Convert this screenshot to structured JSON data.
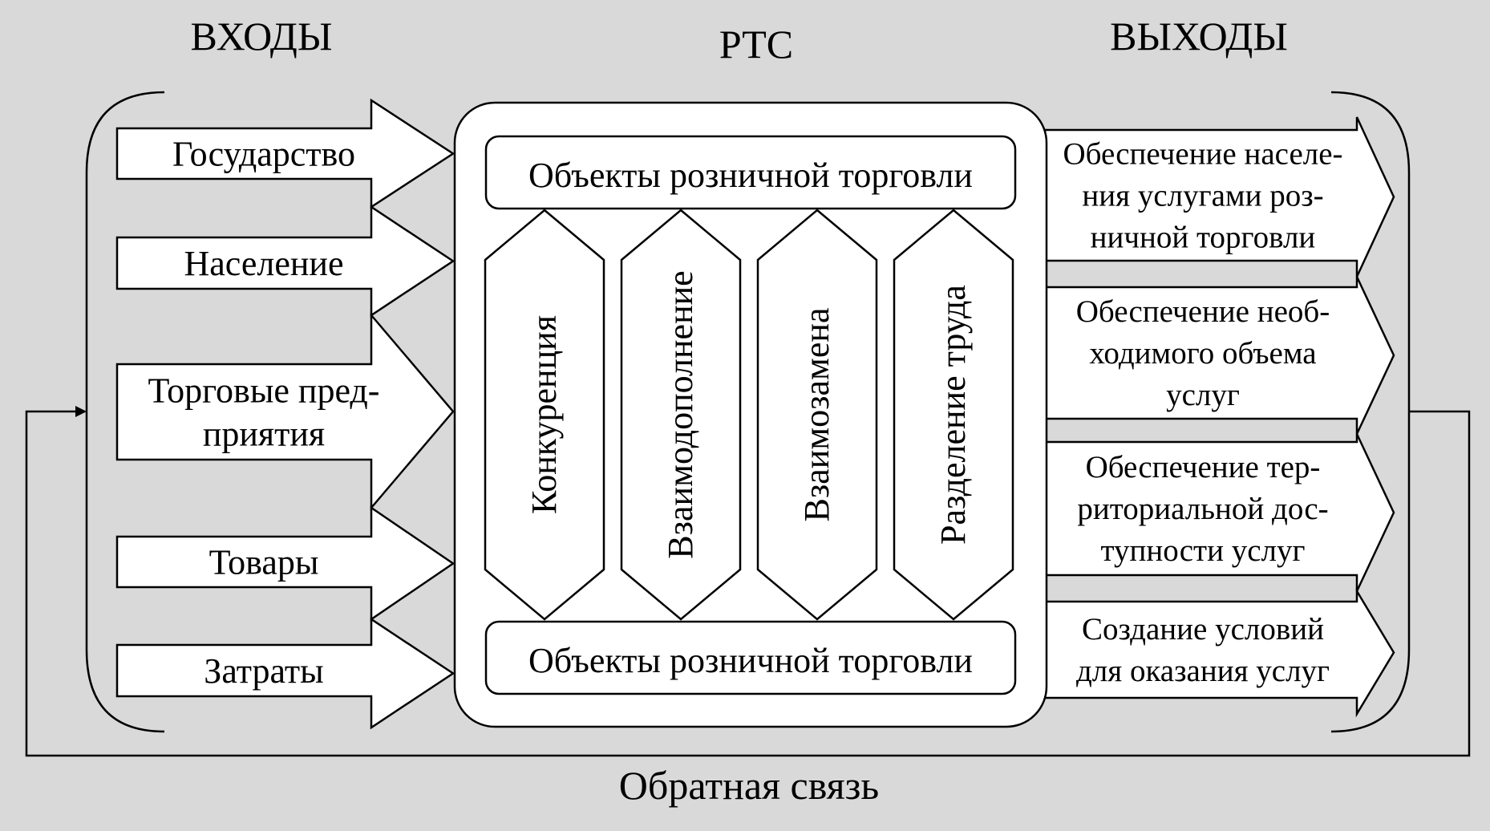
{
  "headers": {
    "inputs": "ВХОДЫ",
    "system": "РТС",
    "outputs": "ВЫХОДЫ"
  },
  "inputs": [
    [
      "Государство"
    ],
    [
      "Население"
    ],
    [
      "Торговые пред-",
      "приятия"
    ],
    [
      "Товары"
    ],
    [
      "Затраты"
    ]
  ],
  "system": {
    "top_box": "Объекты розничной торговли",
    "bottom_box": "Объекты розничной торговли",
    "relations": [
      "Конкуренция",
      "Взаимодополнение",
      "Взаимозамена",
      "Разделение труда"
    ]
  },
  "outputs": [
    [
      "Обеспечение населе-",
      "ния услугами роз-",
      "ничной торговли"
    ],
    [
      "Обеспечение необ-",
      "ходимого объема",
      "услуг"
    ],
    [
      "Обеспечение тер-",
      "риториальной дос-",
      "тупности услуг"
    ],
    [
      "Создание условий",
      "для оказания услуг"
    ]
  ],
  "feedback": "Обратная связь"
}
